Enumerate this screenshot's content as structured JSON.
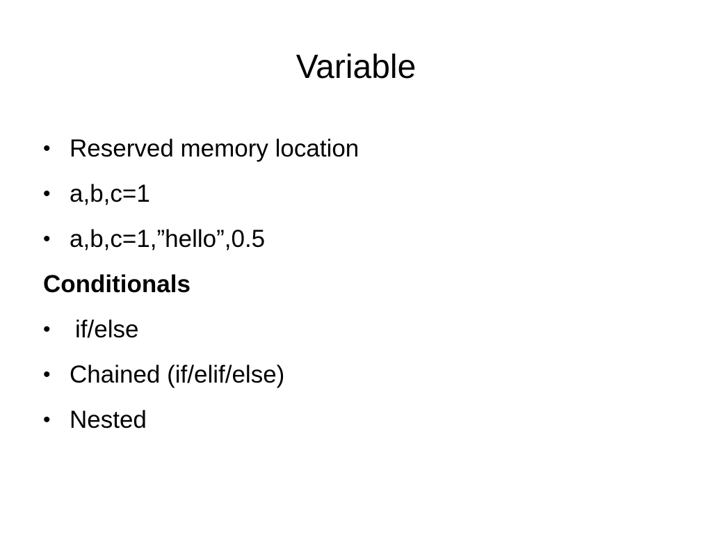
{
  "slide": {
    "title": "Variable",
    "bullet_glyph": "•",
    "items": [
      "Reserved memory location",
      "a,b,c=1",
      "a,b,c=1,”hello”,0.5"
    ],
    "section_heading": "Conditionals",
    "section_items": [
      "if/else",
      "Chained (if/elif/else)",
      "Nested"
    ]
  }
}
